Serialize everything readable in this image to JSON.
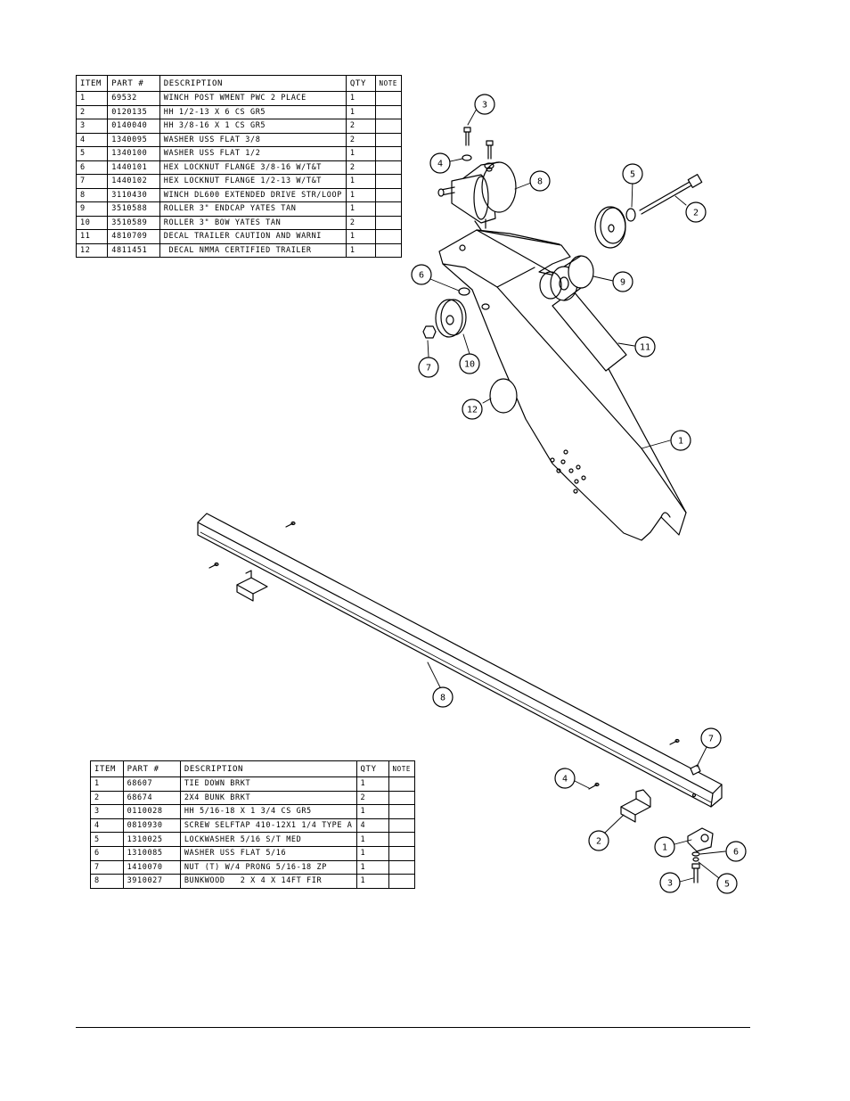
{
  "top_table": {
    "headers": [
      "ITEM",
      "PART #",
      "DESCRIPTION",
      "QTY",
      "NOTE"
    ],
    "rows": [
      [
        "1",
        "69532",
        "WINCH POST WMENT PWC 2 PLACE",
        "1",
        ""
      ],
      [
        "2",
        "0120135",
        "HH 1/2-13 X 6 CS GR5",
        "1",
        ""
      ],
      [
        "3",
        "0140040",
        "HH 3/8-16 X 1 CS GR5",
        "2",
        ""
      ],
      [
        "4",
        "1340095",
        "WASHER USS FLAT 3/8",
        "2",
        ""
      ],
      [
        "5",
        "1340100",
        "WASHER USS FLAT 1/2",
        "1",
        ""
      ],
      [
        "6",
        "1440101",
        "HEX LOCKNUT FLANGE 3/8-16 W/T&T",
        "2",
        ""
      ],
      [
        "7",
        "1440102",
        "HEX LOCKNUT FLANGE 1/2-13 W/T&T",
        "1",
        ""
      ],
      [
        "8",
        "3110430",
        "WINCH DL600 EXTENDED DRIVE STR/LOOP",
        "1",
        ""
      ],
      [
        "9",
        "3510588",
        "ROLLER 3\" ENDCAP YATES TAN",
        "1",
        ""
      ],
      [
        "10",
        "3510589",
        "ROLLER 3\" BOW YATES TAN",
        "2",
        ""
      ],
      [
        "11",
        "4810709",
        "DECAL TRAILER CAUTION AND WARNI",
        "1",
        ""
      ],
      [
        "12",
        "4811451",
        " DECAL NMMA CERTIFIED TRAILER",
        "1",
        ""
      ]
    ]
  },
  "bottom_table": {
    "headers": [
      "ITEM",
      "PART #",
      "DESCRIPTION",
      "QTY",
      "NOTE"
    ],
    "rows": [
      [
        "1",
        "68607",
        "TIE DOWN BRKT",
        "1",
        ""
      ],
      [
        "2",
        "68674",
        "2X4 BUNK BRKT",
        "2",
        ""
      ],
      [
        "3",
        "0110028",
        "HH 5/16-18 X 1 3/4 CS GR5",
        "1",
        ""
      ],
      [
        "4",
        "0810930",
        "SCREW SELFTAP 410-12X1 1/4 TYPE A",
        "4",
        ""
      ],
      [
        "5",
        "1310025",
        "LOCKWASHER 5/16 S/T MED",
        "1",
        ""
      ],
      [
        "6",
        "1310085",
        "WASHER USS FLAT 5/16",
        "1",
        ""
      ],
      [
        "7",
        "1410070",
        "NUT (T) W/4 PRONG 5/16-18 ZP",
        "1",
        ""
      ],
      [
        "8",
        "3910027",
        "BUNKWOOD   2 X 4 X 14FT FIR",
        "1",
        ""
      ]
    ]
  },
  "winch_callouts": [
    "3",
    "4",
    "8",
    "5",
    "2",
    "6",
    "9",
    "11",
    "7",
    "10",
    "12",
    "1"
  ],
  "bunk_callouts": [
    "8",
    "7",
    "4",
    "2",
    "1",
    "6",
    "3",
    "5"
  ]
}
